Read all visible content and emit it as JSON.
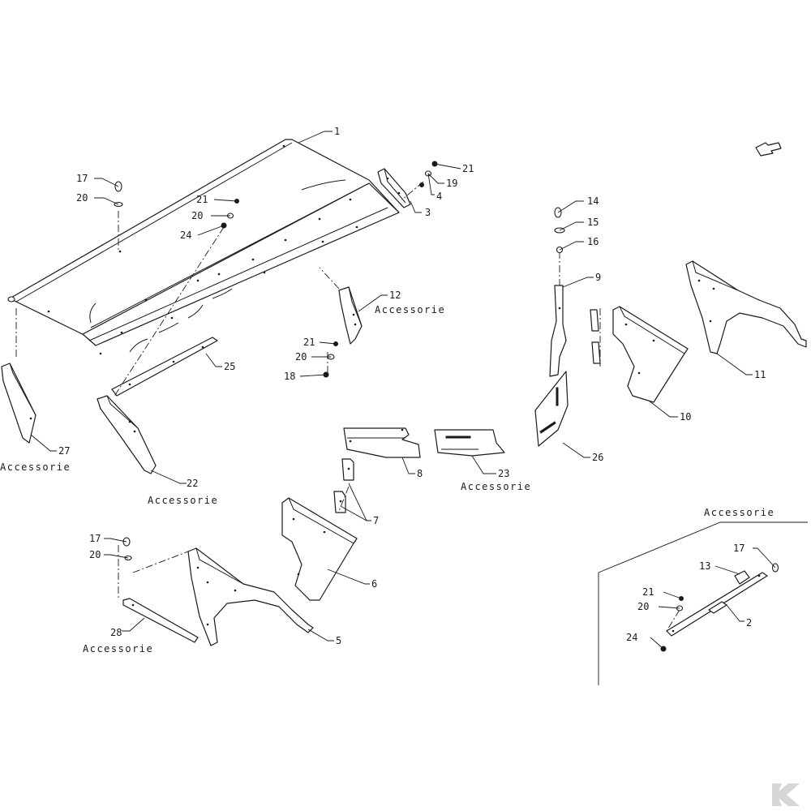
{
  "diagram": {
    "callouts": {
      "c1": "1",
      "c2": "2",
      "c3": "3",
      "c4": "4",
      "c5": "5",
      "c6": "6",
      "c7": "7",
      "c8": "8",
      "c9": "9",
      "c10": "10",
      "c11": "11",
      "c12": "12",
      "c13": "13",
      "c14": "14",
      "c15": "15",
      "c16": "16",
      "c17a": "17",
      "c17b": "17",
      "c17c": "17",
      "c18": "18",
      "c19": "19",
      "c20a": "20",
      "c20b": "20",
      "c20c": "20",
      "c20d": "20",
      "c20e": "20",
      "c21a": "21",
      "c21b": "21",
      "c21c": "21",
      "c21d": "21",
      "c22": "22",
      "c23": "23",
      "c24a": "24",
      "c24b": "24",
      "c25": "25",
      "c26": "26",
      "c27": "27",
      "c28": "28"
    },
    "accessory_labels": {
      "a12": "Accessorie",
      "a27": "Accessorie",
      "a22": "Accessorie",
      "a23": "Accessorie",
      "a28": "Accessorie",
      "a_inset": "Accessorie"
    }
  }
}
